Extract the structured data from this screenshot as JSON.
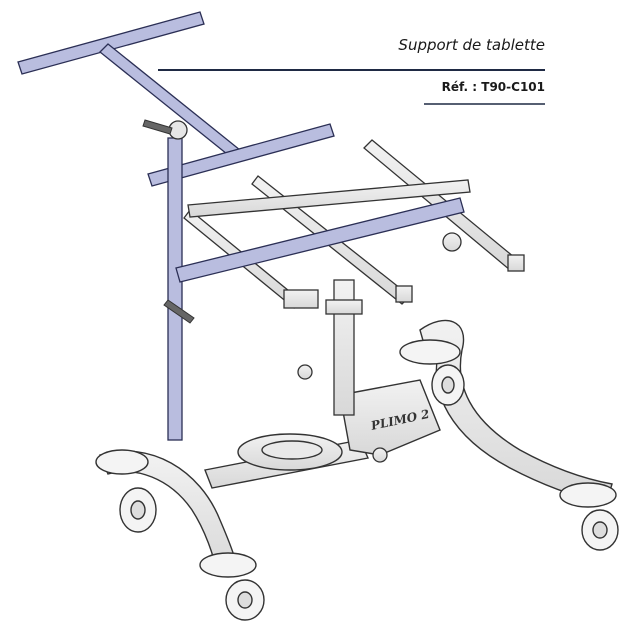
{
  "callout": {
    "title": "Support de tablette",
    "reference": "Réf. : T90-C101"
  },
  "brand_mark": "PLIMO 2",
  "colors": {
    "highlight_part": "#b9bddf",
    "highlight_stroke": "#2b2f55",
    "line": "#1f2a44",
    "drawing": "#333333"
  }
}
